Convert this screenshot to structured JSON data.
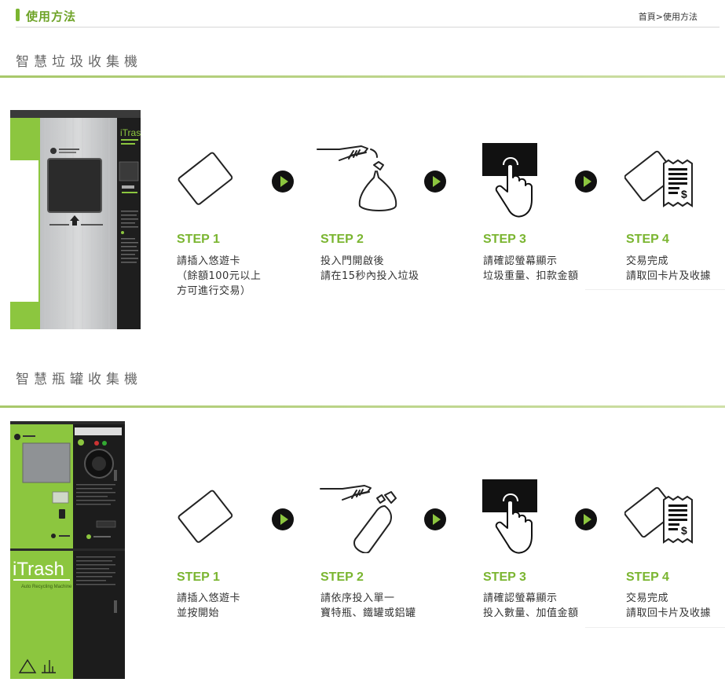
{
  "header": {
    "title": "使用方法",
    "breadcrumb": {
      "home": "首頁",
      "separator": ">",
      "current": "使用方法"
    }
  },
  "colors": {
    "accent": "#7ab530",
    "machine_green": "#8cc63f",
    "dark": "#222222"
  },
  "sections": [
    {
      "title": "智慧垃圾收集機",
      "machine_brand": "iTrash",
      "steps": [
        {
          "label": "STEP 1",
          "icon": "card-icon",
          "desc": "請插入悠遊卡\n（餘額100元以上\n方可進行交易）"
        },
        {
          "label": "STEP 2",
          "icon": "hand-trash-bag-icon",
          "desc": "投入門開啟後\n請在15秒內投入垃圾"
        },
        {
          "label": "STEP 3",
          "icon": "touch-screen-icon",
          "desc": "請確認螢幕顯示\n垃圾重量、扣款金額"
        },
        {
          "label": "STEP 4",
          "icon": "card-receipt-icon",
          "desc": "交易完成\n請取回卡片及收據"
        }
      ]
    },
    {
      "title": "智慧瓶罐收集機",
      "machine_brand": "iTrash",
      "machine_subtitle": "Auto Recycling Machine",
      "steps": [
        {
          "label": "STEP 1",
          "icon": "card-icon",
          "desc": "請插入悠遊卡\n並按開始"
        },
        {
          "label": "STEP 2",
          "icon": "hand-bottle-icon",
          "desc": "請依序投入單一\n寶特瓶、鐵罐或鋁罐"
        },
        {
          "label": "STEP 3",
          "icon": "touch-screen-icon",
          "desc": "請確認螢幕顯示\n投入數量、加值金額"
        },
        {
          "label": "STEP 4",
          "icon": "card-receipt-icon",
          "desc": "交易完成\n請取回卡片及收據"
        }
      ]
    }
  ]
}
